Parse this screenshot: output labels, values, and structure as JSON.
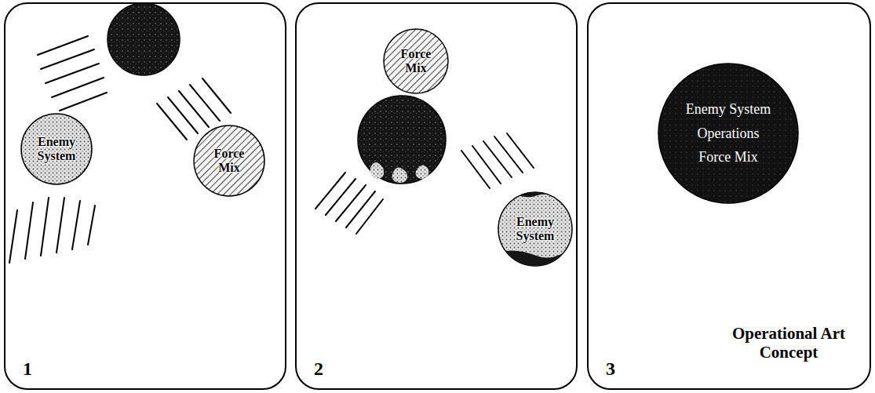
{
  "diagram": {
    "nodes": [
      {
        "text": [
          "1"
        ]
      },
      {
        "text": [
          "Enemy System"
        ],
        "in": 0
      },
      {
        "text": [
          "Force Mix"
        ],
        "in": 0
      },
      {
        "text": [
          "2"
        ]
      },
      {
        "text": [
          "Force Mix"
        ],
        "in": 3
      },
      {
        "text": [
          "Enemy System"
        ],
        "in": 3
      },
      {
        "text": [
          "Operational Art Concept",
          "3"
        ]
      },
      {
        "text": [
          "Enemy System",
          "Operations",
          "Force Mix"
        ],
        "in": 6
      }
    ]
  }
}
